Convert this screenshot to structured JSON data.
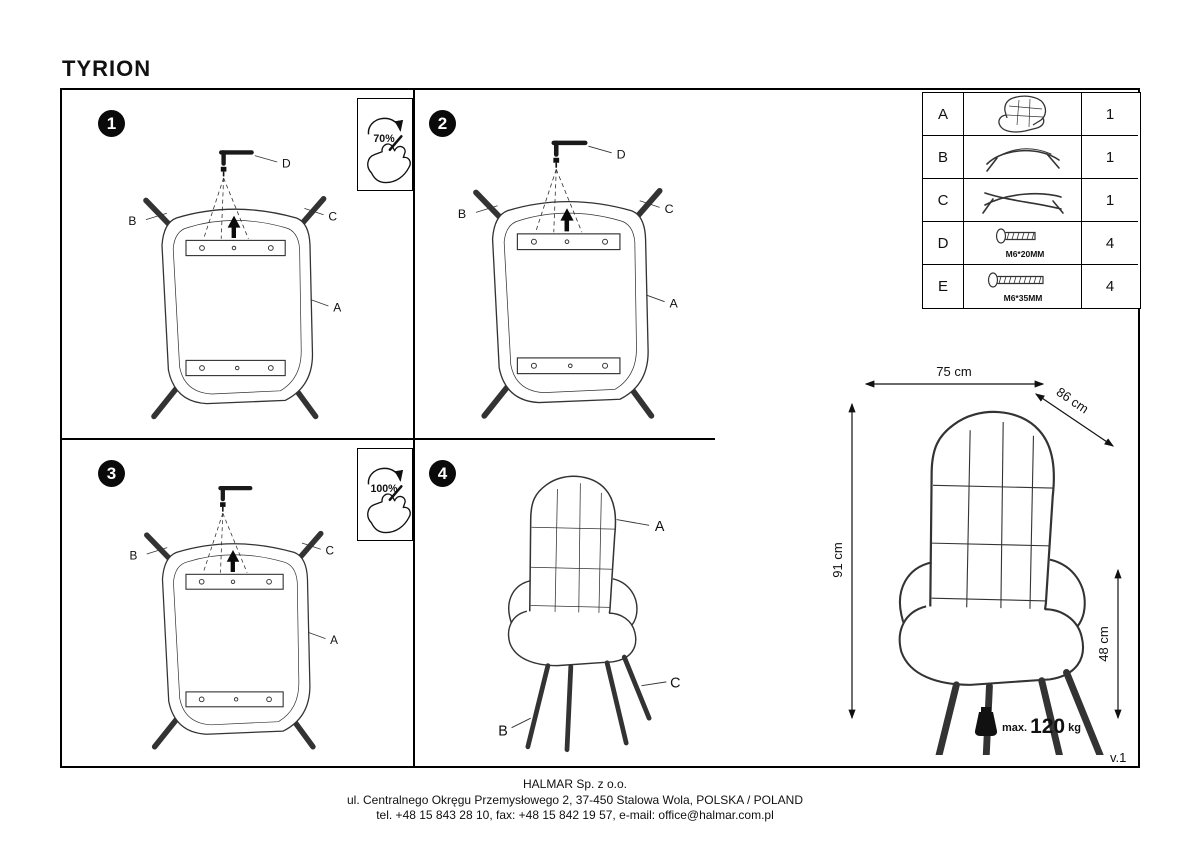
{
  "title": "TYRION",
  "version": "v.1",
  "steps": {
    "s1": {
      "number": "1",
      "torque": "70%"
    },
    "s2": {
      "number": "2"
    },
    "s3": {
      "number": "3",
      "torque": "100%"
    },
    "s4": {
      "number": "4"
    }
  },
  "labels": {
    "a": "A",
    "b": "B",
    "c": "C",
    "d": "D"
  },
  "parts": [
    {
      "id": "A",
      "qty": "1"
    },
    {
      "id": "B",
      "qty": "1"
    },
    {
      "id": "C",
      "qty": "1"
    },
    {
      "id": "D",
      "qty": "4",
      "spec": "M6*20MM"
    },
    {
      "id": "E",
      "qty": "4",
      "spec": "M6*35MM"
    }
  ],
  "dimensions": {
    "width": "75 cm",
    "depth": "86 cm",
    "height": "91 cm",
    "seat_height": "48 cm"
  },
  "weight": {
    "label": "max.",
    "value": "120",
    "unit": "kg"
  },
  "footer": {
    "company": "HALMAR Sp. z o.o.",
    "address": "ul. Centralnego Okręgu Przemysłowego 2, 37-450 Stalowa Wola, POLSKA / POLAND",
    "contact": "tel. +48 15 843 28 10, fax: +48 15 842 19 57, e-mail: office@halmar.com.pl"
  }
}
